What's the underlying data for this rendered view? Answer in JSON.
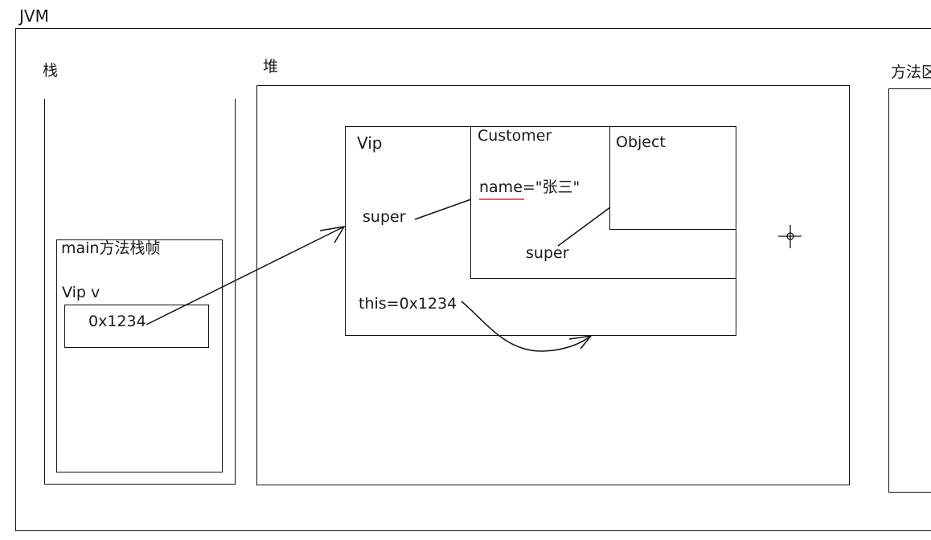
{
  "jvm": {
    "title": "JVM"
  },
  "stack": {
    "label": "栈",
    "frame": {
      "title": "main方法栈帧",
      "var_label": "Vip v",
      "var_value": "0x1234"
    }
  },
  "heap": {
    "label": "堆",
    "vip": {
      "label": "Vip",
      "super_label": "super",
      "this_label": "this=0x1234"
    },
    "customer": {
      "label": "Customer",
      "field_name": "name",
      "field_value": "=\"张三\"",
      "super_label": "super"
    },
    "object": {
      "label": "Object"
    }
  },
  "method_area": {
    "label": "方法区"
  },
  "colors": {
    "ink": "#111111",
    "underline": "#d03030"
  }
}
